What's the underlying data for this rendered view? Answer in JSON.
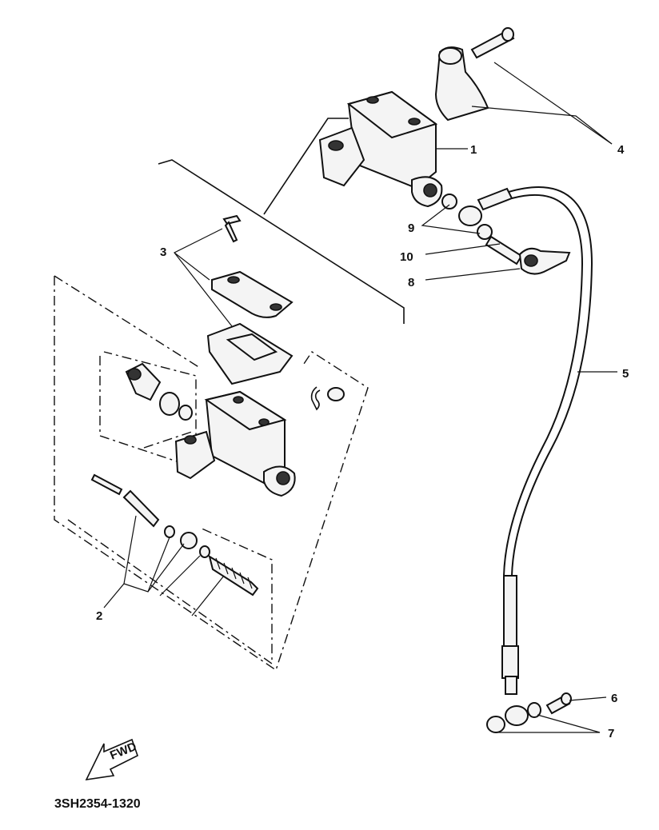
{
  "figure_code": "3SH2354-1320",
  "fwd_label": "FWD",
  "callouts": [
    "1",
    "2",
    "3",
    "4",
    "5",
    "6",
    "7",
    "8",
    "9",
    "10"
  ]
}
